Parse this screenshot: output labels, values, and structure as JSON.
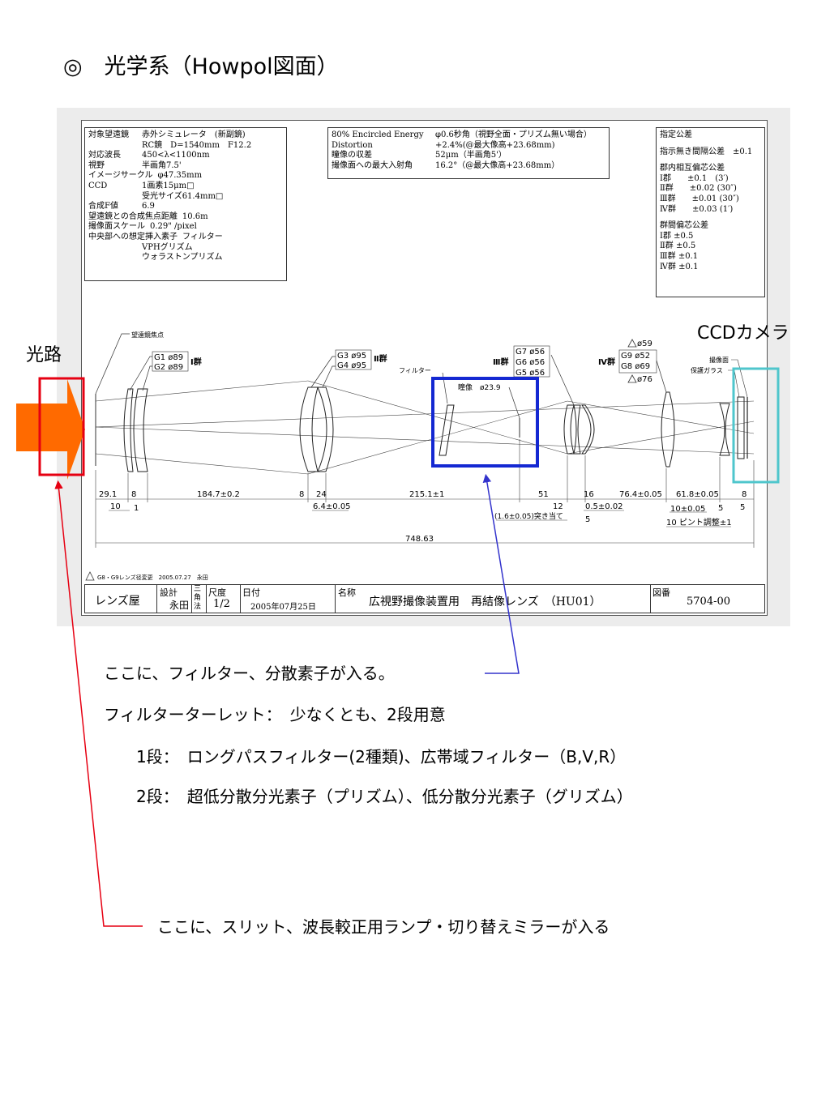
{
  "title": "◎　光学系（Howpol図面）",
  "labels": {
    "light_path": "光路",
    "ccd_camera": "CCDカメラ"
  },
  "spec_box": {
    "rows": [
      {
        "label": "対象望遠鏡",
        "value": "赤外シミュレータ　(新副鏡)"
      },
      {
        "label": "",
        "value": "RC鏡　D=1540mm　F12.2"
      },
      {
        "label": "対応波長",
        "value": "450<λ<1100nm"
      },
      {
        "label": "視野",
        "value": "半画角7.5'"
      },
      {
        "label": "イメージサークル",
        "value": "φ47.35mm"
      },
      {
        "label": "CCD",
        "value": "1画素15μm□"
      },
      {
        "label": "",
        "value": "受光サイズ61.4mm□"
      },
      {
        "label": "合成F値",
        "value": "6.9"
      },
      {
        "label": "望遠鏡との合成焦点距離",
        "value": "10.6m"
      },
      {
        "label": "撮像面スケール",
        "value": "0.29\" /pixel"
      },
      {
        "label": "中央部への想定挿入素子",
        "value": "フィルター"
      },
      {
        "label": "",
        "value": "VPHグリズム"
      },
      {
        "label": "",
        "value": "ウォラストンプリズム"
      }
    ]
  },
  "performance_box": {
    "rows": [
      {
        "label": "80% Encircled Energy",
        "value": "φ0.6秒角（視野全面・プリズム無い場合）"
      },
      {
        "label": "Distortion",
        "value": "+2.4%(@最大像高+23.68mm)"
      },
      {
        "label": "瞳像の収差",
        "value": "52μm（半画角5'）"
      },
      {
        "label": "撮像面への最大入射角",
        "value": "16.2°（@最大像高+23.68mm）"
      }
    ]
  },
  "tolerance_box": {
    "title": "指定公差",
    "general": "指示無き間隔公差　±0.1",
    "intra_title": "郡内相互偏芯公差",
    "intra": [
      "Ⅰ郡　　±0.1　(3′)",
      "Ⅱ群　　±0.02 (30″)",
      "Ⅲ群　　±0.01 (30″)",
      "Ⅳ群　　±0.03 (1′)"
    ],
    "inter_title": "群間偏芯公差",
    "inter": [
      "Ⅰ郡 ±0.5",
      "Ⅱ群 ±0.5",
      "Ⅲ群 ±0.1",
      "Ⅳ群 ±0.1"
    ]
  },
  "drawing_labels": {
    "telescope_focus": "望遠鏡焦点",
    "group1": "Ⅰ群",
    "group2": "Ⅱ群",
    "group3": "Ⅲ群",
    "group4": "Ⅳ群",
    "g1": "G1 ø89",
    "g2": "G2 ø89",
    "g3": "G3 ø95",
    "g4": "G4 ø95",
    "g5": "G5 ø56",
    "g6": "G6 ø56",
    "g7": "G7 ø56",
    "g8": "G8 ø69",
    "g8_new": "ø76",
    "g9": "G9 ø52",
    "g9_new": "ø59",
    "filter": "フィルター",
    "pupil": "瞳像　ø23.9",
    "image_plane": "撮像面",
    "protective_glass": "保護ガラス",
    "revision": "G8・G9レンズ径変更　2005.07.27　永田"
  },
  "dimensions": {
    "d1": "29.1",
    "d2": "8",
    "d3": "10",
    "d4": "1",
    "d5": "184.7±0.2",
    "d6": "8",
    "d7": "24",
    "d8": "6.4±0.05",
    "d9": "215.1±1",
    "d10": "51",
    "d11": "(1.6±0.05)突き当て",
    "d12": "12",
    "d13": "16",
    "d14": "0.5±0.02",
    "d15": "5",
    "d16": "76.4±0.05",
    "d17": "61.8±0.05",
    "d18": "8",
    "d19": "10±0.05",
    "d20": "5",
    "d21": "5",
    "d22": "10 ピント調整±1",
    "total": "748.63"
  },
  "title_block": {
    "company": "レンズ屋",
    "design_label": "設計",
    "designer": "永田",
    "angle_label": "三角法",
    "scale_label": "尺度",
    "scale": "1/2",
    "date_label": "日付",
    "date": "2005年07月25日",
    "name_label": "名称",
    "name": "広視野撮像装置用　再結像レンズ　（HU01）",
    "drawing_no_label": "図番",
    "drawing_no": "5704-00"
  },
  "notes": {
    "filter_note": "ここに、フィルター、分散素子が入る。",
    "turret": "フィルターターレット：　少なくとも、2段用意",
    "stage1": "1段：　ロングパスフィルター(2種類)、広帯域フィルター（B,V,R）",
    "stage2": "2段：　超低分散分光素子（プリズム）、低分散分光素子（グリズム）",
    "slit_note": "ここに、スリット、波長較正用ランプ・切り替えミラーが入る"
  },
  "colors": {
    "arrow": "#ff6a00",
    "red_frame": "#e60012",
    "blue_frame": "#1428d2",
    "cyan_frame": "#4fc6cc",
    "blue_leader": "#3333cc",
    "red_leader": "#e60012",
    "drawing_bg": "#ececec"
  }
}
